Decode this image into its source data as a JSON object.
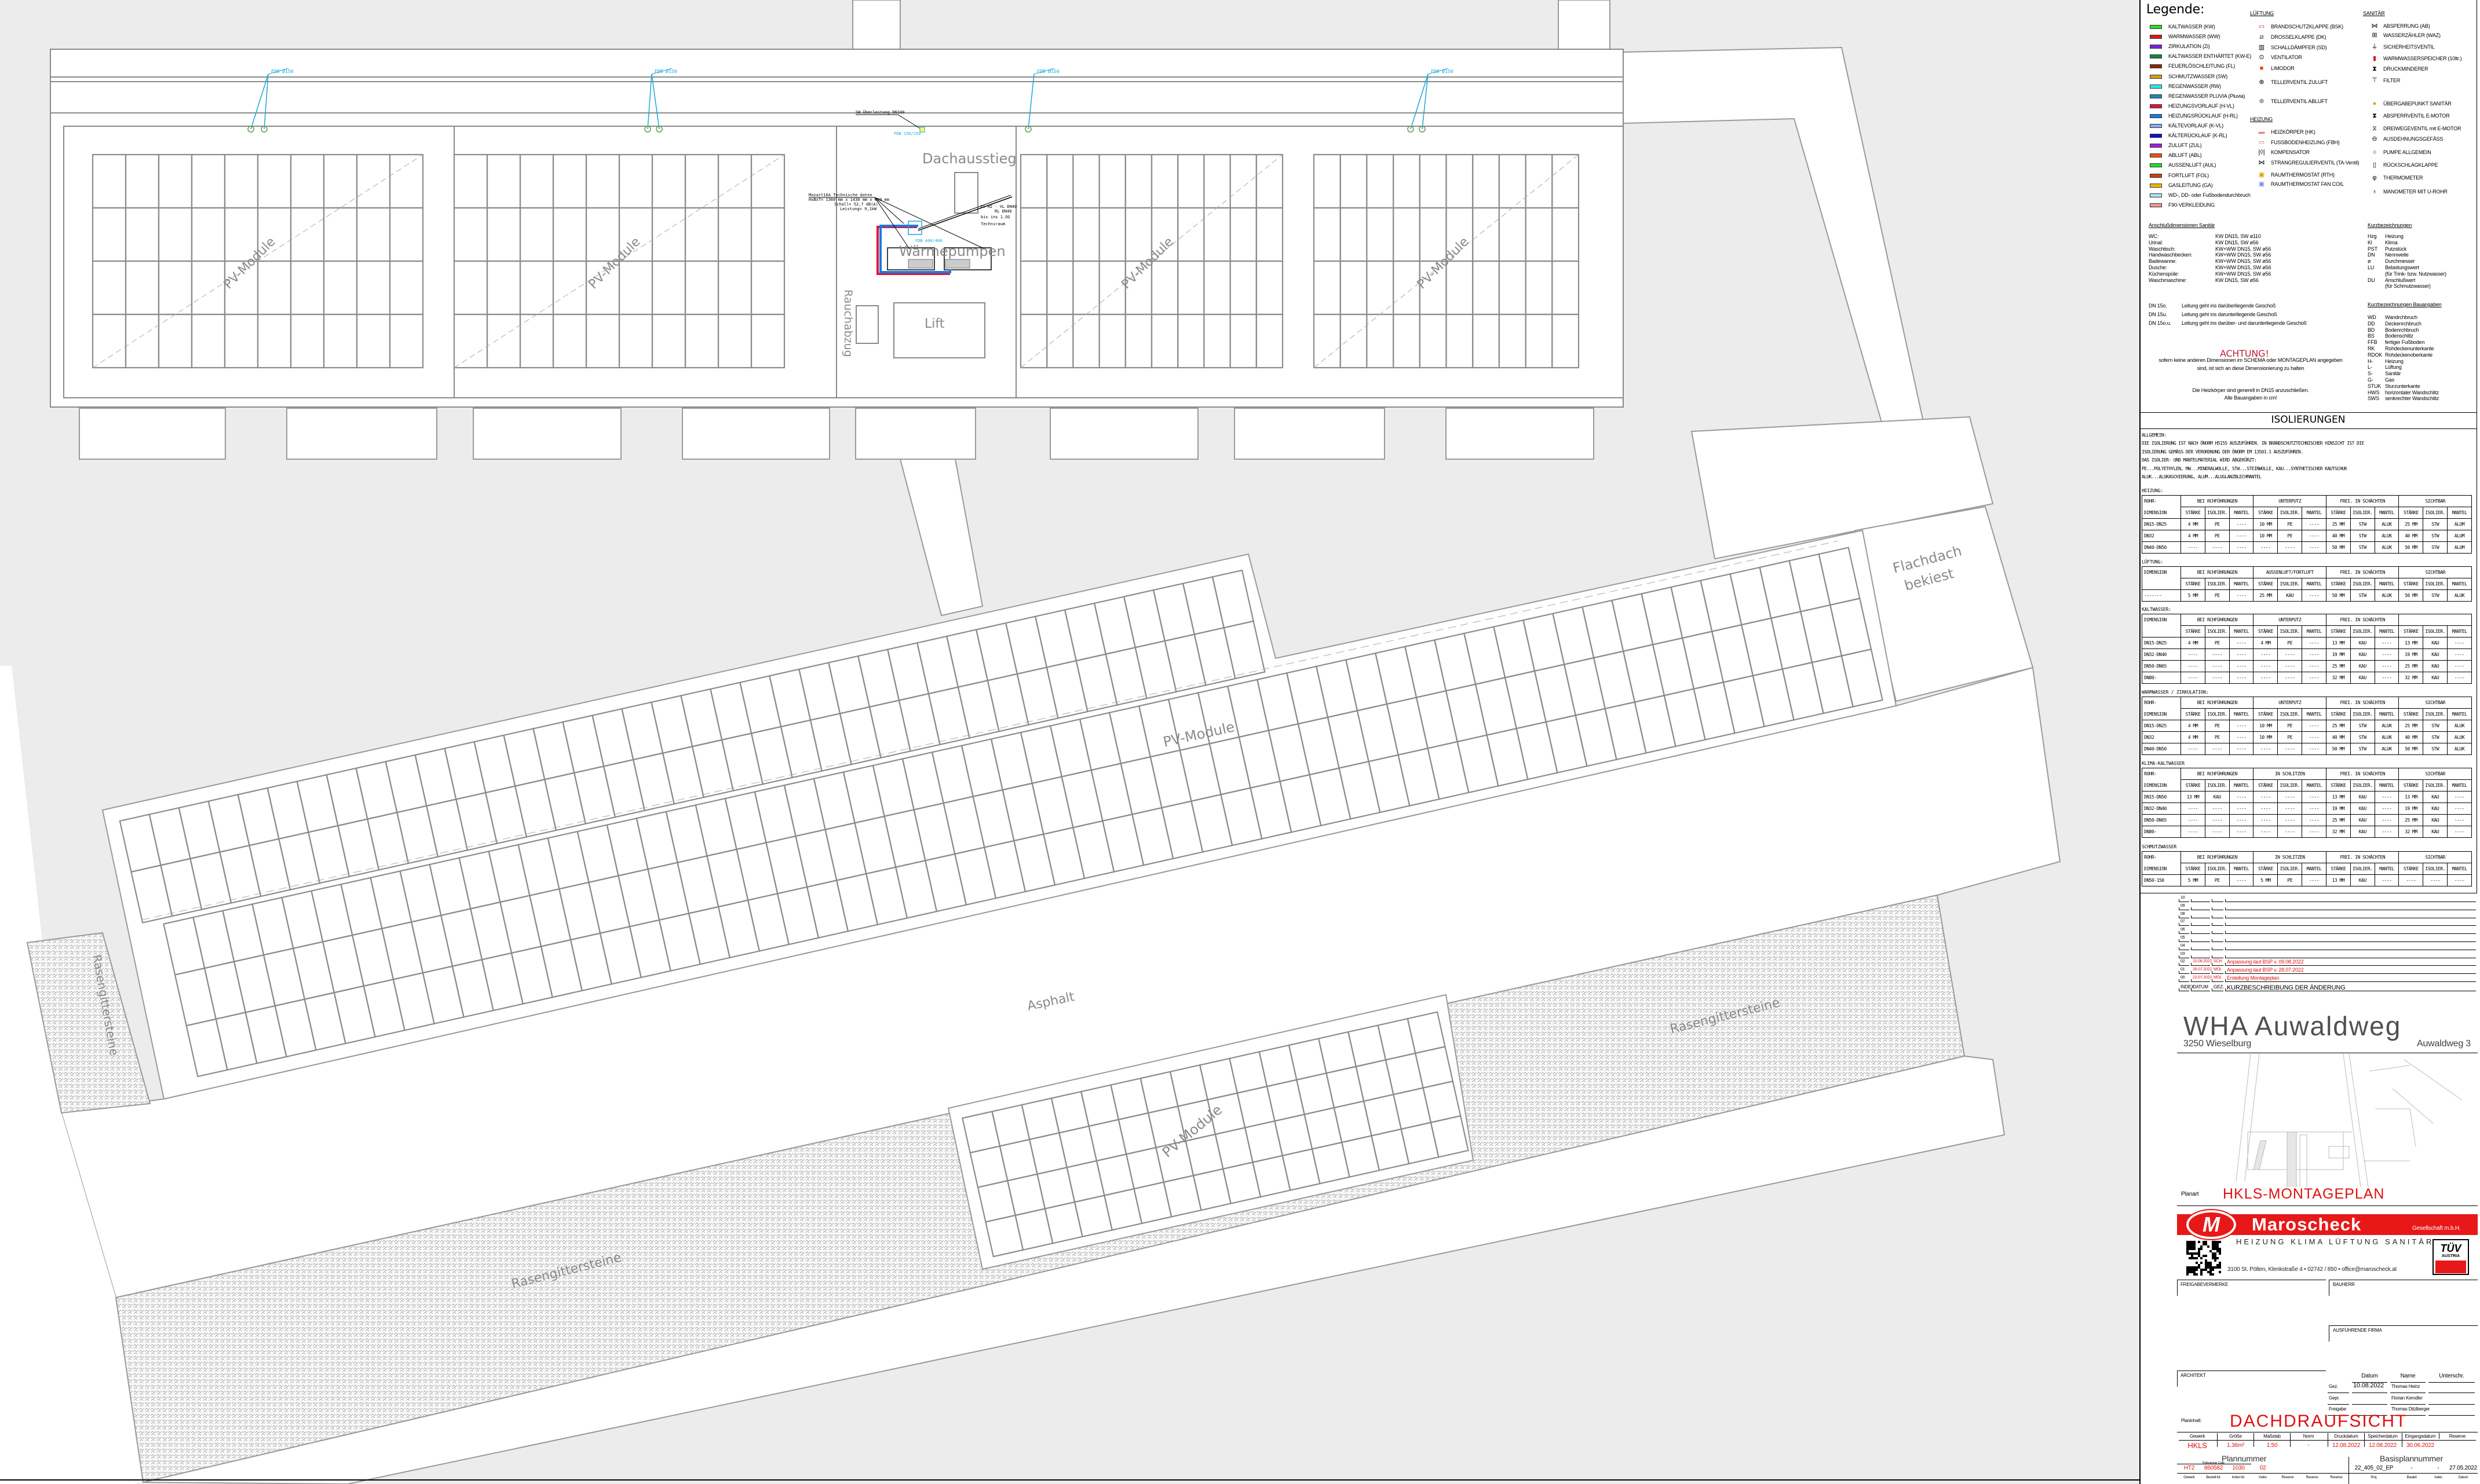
{
  "drawing": {
    "labels": {
      "pv_module": "PV-Module",
      "dachausstieg": "Dachausstieg",
      "lift": "Lift",
      "rauchabzug": "Rauchabzug",
      "waermepumpen": "Wärmepumpen",
      "flachdach": "Flachdach",
      "bekiest": "bekiest",
      "asphalt": "Asphalt",
      "rasengittersteine": "Rasengittersteine"
    },
    "fdb_label": "FDB Ø150",
    "fdb_small": "FDB 150/150",
    "fdb_large": "FDB 400/400",
    "sw_label": "SW Überleitung DN100",
    "wp_note": [
      "Mozart16A Technische daten",
      "HxBxT= 1360 mm x 1430 mm x 680 mm",
      "Schall= 52,7 dB(A)",
      "Leistung= 9,1kW"
    ],
    "pipe_note": [
      "2x H2 - VL DN40",
      "RL DN40",
      "bis ins 1.OG",
      "Techniraum"
    ],
    "colors": {
      "vorlauf": "#e0143c",
      "ruecklauf": "#1a7ae0",
      "fdb": "#1aa8d8"
    }
  },
  "legend": {
    "title": "Legende:",
    "pipes": [
      {
        "label": "KALTWASSER (KW)",
        "color": "#22e022"
      },
      {
        "label": "WARMWASSER (WW)",
        "color": "#e01818"
      },
      {
        "label": "ZIRKULATION (Zi)",
        "color": "#7a22e0"
      },
      {
        "label": "KALTWASSER ENTHÄRTET (KW-E)",
        "color": "#11883a"
      },
      {
        "label": "FEUERLÖSCHLEITUNG (FL)",
        "color": "#8a2a0a"
      },
      {
        "label": "SCHMUTZWASSER (SW)",
        "color": "#d4a017"
      },
      {
        "label": "REGENWASSER (RW)",
        "color": "#22eef0"
      },
      {
        "label": "REGENWASSER PLUVIA (Pluvia)",
        "color": "#1a8ab5"
      },
      {
        "label": "HEIZUNGSVORLAUF (H-VL)",
        "color": "#d81a3a"
      },
      {
        "label": "HEIZUNGSRÜCKLAUF (H-RL)",
        "color": "#1a7ae0"
      },
      {
        "label": "KÄLTEVORLAUF (K-VL)",
        "color": "#8fa8f0"
      },
      {
        "label": "KÄLTERÜCKLAUF (K-RL)",
        "color": "#1010d0"
      },
      {
        "label": "ZULUFT (ZUL)",
        "color": "#a020e0"
      },
      {
        "label": "ABLUFT (ABL)",
        "color": "#f05010"
      },
      {
        "label": "AUSSENLUFT (AUL)",
        "color": "#22e022"
      },
      {
        "label": "FORTLUFT (FOL)",
        "color": "#c84010"
      },
      {
        "label": "GASLEITUNG (GA)",
        "color": "#f5b800"
      },
      {
        "label": "WD-, DD- oder Fußbodendurchbruch",
        "color": "#8fd8f0"
      },
      {
        "label": "F90-VERKLEIDUNG",
        "color": "#f07070"
      }
    ],
    "lueftung": {
      "title": "LÜFTUNG",
      "items": [
        {
          "label": "BRANDSCHUTZKLAPPE (BSK)",
          "icon": "fire-damper"
        },
        {
          "label": "DROSSELKLAPPE (DK)",
          "icon": "throttle-damper"
        },
        {
          "label": "SCHALLDÄMPFER (SD)",
          "icon": "silencer"
        },
        {
          "label": "VENTILATOR",
          "icon": "fan"
        },
        {
          "label": "LIMODOR",
          "icon": "limodor"
        },
        {
          "label": "TELLERVENTIL ZULUFT",
          "icon": "disc-valve-supply"
        },
        {
          "label": "TELLERVENTIL ABLUFT",
          "icon": "disc-valve-exhaust"
        }
      ]
    },
    "heizung": {
      "title": "HEIZUNG",
      "items": [
        {
          "label": "HEIZKÖRPER (HK)",
          "icon": "radiator"
        },
        {
          "label": "FUSSBODENHEIZUNG (FBH)",
          "icon": "floor-heating"
        },
        {
          "label": "KOMPENSATOR",
          "icon": "compensator"
        },
        {
          "label": "STRANGREGULIERVENTIL (TA-Ventil)",
          "icon": "balancing-valve"
        },
        {
          "label": "RAUMTHERMOSTAT (RTH)",
          "icon": "thermostat"
        },
        {
          "label": "RAUMTHERMOSTAT FAN COIL",
          "icon": "thermostat-fancoil"
        }
      ]
    },
    "sanitaer": {
      "title": "SANITÄR",
      "items": [
        {
          "label": "ABSPERRUNG (AB)",
          "icon": "shutoff"
        },
        {
          "label": "WASSERZÄHLER (WAZ)",
          "icon": "water-meter"
        },
        {
          "label": "SICHERHEITSVENTIL",
          "icon": "safety-valve"
        },
        {
          "label": "WARMWASSERSPEICHER (10ltr.)",
          "icon": "water-heater"
        },
        {
          "label": "DRUCKMINDERER",
          "icon": "pressure-reducer"
        },
        {
          "label": "FILTER",
          "icon": "filter"
        },
        {
          "label": "ÜBERGABEPUNKT SANITÄR",
          "icon": "handover-point"
        },
        {
          "label": "ABSPERRVENTIL E-MOTOR",
          "icon": "motor-valve"
        },
        {
          "label": "DREIWEGEVENTIL mit E-MOTOR",
          "icon": "three-way-valve"
        },
        {
          "label": "AUSDEHNUNGSGEFÄSS",
          "icon": "expansion-vessel"
        },
        {
          "label": "PUMPE ALLGEMEIN",
          "icon": "pump"
        },
        {
          "label": "RÜCKSCHLAGKLAPPE",
          "icon": "check-valve"
        },
        {
          "label": "THERMOMETER",
          "icon": "thermometer"
        },
        {
          "label": "MANOMETER MIT U-ROHR",
          "icon": "manometer"
        }
      ]
    }
  },
  "sanitaer_dims": {
    "title": "Anschlußdimensionen Sanitär",
    "rows": [
      {
        "k": "WC:",
        "v": "KW DN15, SW ø110"
      },
      {
        "k": "Urinal:",
        "v": "KW DN15, SW ø56"
      },
      {
        "k": "Waschtisch:",
        "v": "KW+WW DN15, SW ø56"
      },
      {
        "k": "Handwaschbecken:",
        "v": "KW+WW DN15, SW ø56"
      },
      {
        "k": "Badewanne:",
        "v": "KW+WW DN15, SW ø56"
      },
      {
        "k": "Dusche:",
        "v": "KW+WW DN15, SW ø56"
      },
      {
        "k": "Küchenspüle:",
        "v": "KW+WW DN15, SW ø56"
      },
      {
        "k": "Waschmaschine:",
        "v": "KW DN15, SW ø56"
      }
    ],
    "dn_notes": [
      {
        "k": "DN 15o.",
        "v": "Leitung geht ins darüberliegende Geschoß"
      },
      {
        "k": "DN 15u.",
        "v": "Leitung geht ins darunterliegende Geschoß"
      },
      {
        "k": "DN 15o.u.",
        "v": "Leitung geht ins darüber- und darunterliegende Geschoß"
      }
    ],
    "achtung": "ACHTUNG!",
    "achtung_text": [
      "sofern keine anderen Dimensionen im SCHEMA oder MONTAGEPLAN angegeben",
      "sind, ist sich an diese Dimensionierung zu halten"
    ],
    "note": [
      "Die Heizkörper sind generell in DN15 anzuschließen.",
      "Alle Bauangaben in cm!"
    ]
  },
  "kurz": {
    "title": "Kurzbezeichnungen",
    "rows": [
      {
        "k": "Hzg",
        "v": "Heizung"
      },
      {
        "k": "Kl",
        "v": "Klima"
      },
      {
        "k": "PST",
        "v": "Putzstück"
      },
      {
        "k": "DN",
        "v": "Nennweite"
      },
      {
        "k": "ø",
        "v": "Durchmesser"
      },
      {
        "k": "LU",
        "v": "Belastungswert"
      },
      {
        "k": "",
        "v": "(für Trink- bzw. Nutzwasser)"
      },
      {
        "k": "DU",
        "v": "Anschlußwert"
      },
      {
        "k": "",
        "v": "(für Schmutzwasser)"
      }
    ],
    "bau_title": "Kurzbezeichnungen Bauangaben",
    "bau_rows": [
      {
        "k": "WD",
        "v": "Wandrchbruch"
      },
      {
        "k": "DD",
        "v": "Deckenrchbruch"
      },
      {
        "k": "BD",
        "v": "Bodenrchbruch"
      },
      {
        "k": "BS",
        "v": "Bodenschlitz"
      },
      {
        "k": "FFB",
        "v": "fertiger Fußboden"
      },
      {
        "k": "RK",
        "v": "Rohdeckenunterkante"
      },
      {
        "k": "RDOK",
        "v": "Rohdeckenoberkante"
      },
      {
        "k": "H-",
        "v": "Heizung"
      },
      {
        "k": "L-",
        "v": "Lüftung"
      },
      {
        "k": "S-",
        "v": "Sanitär"
      },
      {
        "k": "G-",
        "v": "Gas"
      },
      {
        "k": "STUK",
        "v": "Sturzunterkante"
      },
      {
        "k": "HWS",
        "v": "horizontaler Wandschlitz"
      },
      {
        "k": "SWS",
        "v": "senkrechter Wandschlitz"
      }
    ]
  },
  "iso": {
    "title": "ISOLIERUNGEN",
    "general": [
      "ALLGEMEIN:",
      "DIE ISOLIERUNG IST NACH ÖNORM H5155 AUSZUFÜHREN. IN BRANDSCHUTZTECHNISCHER HINSICHT IST DIE",
      "ISOLIERUNG GEMÄSS DER VERORDNUNG DER ÖNORM EM 13501.1 AUSZUFÜHREN.",
      "DAS ISOLIER- UND MANTELMATERIAL WIRD ABGEKÜRZT:",
      "PE...POLYETHYLEN, MW...MINERALWOLLE, STW...STEINWOLLE, KAU...SYNTHETISCHER KAUTSCHUK",
      "ALUK...ALUKASCHIERUNG, ALUM...ALUGLANZBLECHMANTEL"
    ],
    "sub": [
      "STÄRKE",
      "ISOLIER.",
      "MANTEL"
    ],
    "tables": [
      {
        "title": "HEIZUNG:",
        "dim": [
          "ROHR-",
          "DIMENSION"
        ],
        "groups": [
          "BEI RCHFÜHRUNGEN",
          "UNTERPUTZ",
          "FREI. IN SCHÄCHTEN",
          "SICHTBAR"
        ],
        "rows": [
          [
            "DN15-DN25",
            "4 MM",
            "PE",
            "----",
            "10 MM",
            "PE",
            "----",
            "25 MM",
            "STW",
            "ALUK",
            "25 MM",
            "STW",
            "ALUM"
          ],
          [
            "DN32",
            "4 MM",
            "PE",
            "----",
            "10 MM",
            "PE",
            "----",
            "40 MM",
            "STW",
            "ALUK",
            "40 MM",
            "STW",
            "ALUM"
          ],
          [
            "DN40-DN50",
            "----",
            "----",
            "----",
            "----",
            "----",
            "----",
            "50 MM",
            "STW",
            "ALUK",
            "50 MM",
            "STW",
            "ALUM"
          ]
        ]
      },
      {
        "title": "LÜFTUNG:",
        "dim": [
          "DIMENSION",
          ""
        ],
        "groups": [
          "BEI RCHFÜHRUNGEN",
          "AUSSENLUFT/FORTLUFT",
          "FREI. IN SCHÄCHTEN",
          "SICHTBAR"
        ],
        "rows": [
          [
            "-------",
            "5 MM",
            "PE",
            "----",
            "25 MM",
            "KAU",
            "----",
            "50 MM",
            "STW",
            "ALUK",
            "50 MM",
            "STW",
            "ALUK"
          ]
        ]
      },
      {
        "title": "KALTWASSER:",
        "dim": [
          "DIMENSION",
          ""
        ],
        "groups": [
          "BEI RCHFÜHRUNGEN",
          "UNTERPUTZ",
          "FREI. IN SCHÄCHTEN",
          ""
        ],
        "rows": [
          [
            "DN15-DN25",
            "4 MM",
            "PE",
            "----",
            "4 MM",
            "PE",
            "----",
            "13 MM",
            "KAU",
            "----",
            "13 MM",
            "KAU",
            "----"
          ],
          [
            "DN32-DN40",
            "----",
            "----",
            "----",
            "----",
            "----",
            "----",
            "19 MM",
            "KAU",
            "----",
            "19 MM",
            "KAU",
            "----"
          ],
          [
            "DN50-DN65",
            "----",
            "----",
            "----",
            "----",
            "----",
            "----",
            "25 MM",
            "KAU",
            "----",
            "25 MM",
            "KAU",
            "----"
          ],
          [
            "DN80-",
            "----",
            "----",
            "----",
            "----",
            "----",
            "----",
            "32 MM",
            "KAU",
            "----",
            "32 MM",
            "KAU",
            "----"
          ]
        ]
      },
      {
        "title": "WARMWASSER / ZIRKULATION:",
        "dim": [
          "ROHR-",
          "DIMENSION"
        ],
        "groups": [
          "BEI RCHFÜHRUNGEN",
          "UNTERPUTZ",
          "FREI. IN SCHÄCHTEN",
          "SICHTBAR"
        ],
        "rows": [
          [
            "DN15-DN25",
            "4 MM",
            "PE",
            "----",
            "10 MM",
            "PE",
            "----",
            "25 MM",
            "STW",
            "ALUK",
            "25 MM",
            "STW",
            "ALUK"
          ],
          [
            "DN32",
            "4 MM",
            "PE",
            "----",
            "10 MM",
            "PE",
            "----",
            "40 MM",
            "STW",
            "ALUK",
            "40 MM",
            "STW",
            "ALUK"
          ],
          [
            "DN40-DN50",
            "----",
            "----",
            "----",
            "----",
            "----",
            "----",
            "50 MM",
            "STW",
            "ALUK",
            "50 MM",
            "STW",
            "ALUK"
          ]
        ]
      },
      {
        "title": "KLIMA-KALTWASSER",
        "dim": [
          "ROHR-",
          "DIMENSION"
        ],
        "groups": [
          "BEI RCHFÜHRUNGEN",
          "IN SCHLITZEN",
          "FREI. IN SCHÄCHTEN",
          "SICHTBAR"
        ],
        "rows": [
          [
            "DN15-DN50",
            "13 MM",
            "KAU",
            "----",
            "----",
            "----",
            "----",
            "13 MM",
            "KAU",
            "----",
            "13 MM",
            "KAU",
            "----"
          ],
          [
            "DN32-DN40",
            "----",
            "----",
            "----",
            "----",
            "----",
            "----",
            "19 MM",
            "KAU",
            "----",
            "19 MM",
            "KAU",
            "----"
          ],
          [
            "DN50-DN65",
            "----",
            "----",
            "----",
            "----",
            "----",
            "----",
            "25 MM",
            "KAU",
            "----",
            "25 MM",
            "KAU",
            "----"
          ],
          [
            "DN80-",
            "----",
            "----",
            "----",
            "----",
            "----",
            "----",
            "32 MM",
            "KAU",
            "----",
            "32 MM",
            "KAU",
            "----"
          ]
        ]
      },
      {
        "title": "SCHMUTZWASSER",
        "dim": [
          "ROHR-",
          "DIMENSION"
        ],
        "groups": [
          "BEI RCHFÜHRUNGEN",
          "IN SCHLITZEN",
          "FREI. IN SCHÄCHTEN",
          "SICHTBAR"
        ],
        "rows": [
          [
            "DN50-150",
            "5 MM",
            "PE",
            "----",
            "5 MM",
            "PE",
            "----",
            "13 MM",
            "KAU",
            "----",
            "----",
            "----",
            "----"
          ]
        ]
      }
    ]
  },
  "revisions": {
    "header": {
      "index": "INDEX",
      "datum": "DATUM",
      "gez": "GEZ.",
      "desc": "KURZBESCHREIBUNG DER ÄNDERUNG"
    },
    "rows": [
      {
        "index": "10",
        "datum": "",
        "gez": "",
        "desc": ""
      },
      {
        "index": "09",
        "datum": "",
        "gez": "",
        "desc": ""
      },
      {
        "index": "08",
        "datum": "",
        "gez": "",
        "desc": ""
      },
      {
        "index": "07",
        "datum": "",
        "gez": "",
        "desc": ""
      },
      {
        "index": "06",
        "datum": "",
        "gez": "",
        "desc": ""
      },
      {
        "index": "05",
        "datum": "",
        "gez": "",
        "desc": ""
      },
      {
        "index": "04",
        "datum": "",
        "gez": "",
        "desc": ""
      },
      {
        "index": "03",
        "datum": "",
        "gez": "",
        "desc": ""
      },
      {
        "index": "02",
        "datum": "10.08.2022",
        "gez": "SCH",
        "desc": "Anpassung laut BSP v. 09.08.2022"
      },
      {
        "index": "01",
        "datum": "28.07.2022",
        "gez": "MOL",
        "desc": "Anpassung laut BSP v. 28.07.2022"
      },
      {
        "index": "00",
        "datum": "22.07.2022",
        "gez": "MOL",
        "desc": "Erstellung Montageplan"
      }
    ]
  },
  "title_block": {
    "project": "WHA Auwaldweg",
    "city": "3250 Wieselburg",
    "street": "Auwaldweg 3",
    "planart_label": "Planart",
    "planart": "HKLS-MONTAGEPLAN",
    "company": "Maroscheck",
    "company_suffix": "Gesellschaft m.b.H.",
    "company_tagline": "HEIZUNG KLIMA LÜFTUNG SANITÄR",
    "company_address": "3100 St. Pölten, Klenkstraße 4  •  02742 / 850  •  office@maroscheck.at",
    "tuev": "TÜV",
    "tuev_sub": "AUSTRIA",
    "freigabe": "FREIGABEVERMERKE",
    "bauherr": "BAUHERR",
    "firma": "AUSFÜHRENDE FIRMA",
    "architekt": "ARCHITEKT",
    "sig_headers": [
      "Datum",
      "Name",
      "Unterschr."
    ],
    "sig_rows": [
      {
        "role": "Gez.",
        "date": "10.08.2022",
        "name": "Thomas Heinz"
      },
      {
        "role": "Gepr.",
        "date": "",
        "name": "Florian Kerndler"
      },
      {
        "role": "Freigabe",
        "date": "",
        "name": "Thomas Ditzlberger"
      }
    ],
    "planinhalt_label": "Planinhalt:",
    "planinhalt": "DACHDRAUFSICHT",
    "meta_headers": [
      "Gewerk",
      "Größe",
      "Maßstab",
      "Norm",
      "Druckdatum",
      "Speicherdatum",
      "Eingangsdatum",
      "Reserve"
    ],
    "meta_values": [
      "HKLS",
      "1.36m²",
      "1:50",
      "-",
      "12.08.2022",
      "12.08.2022",
      "30.06.2022",
      ""
    ],
    "plannummer_label": "Plannummer",
    "basis_label": "Basisplannummer",
    "pruef_label": "Prüfnummer Code",
    "plannummer": [
      "HT2",
      "860582",
      "1030",
      "02",
      "",
      "",
      ""
    ],
    "plannummer_headers": [
      "Gewerk",
      "Bestell-Nr.",
      "Index-Nr.",
      "Index",
      "Reserve",
      "Reserve",
      "Reserve"
    ],
    "basis": [
      "22_405_02_EP",
      "-",
      "-",
      "27.05.2022"
    ],
    "basis_headers": [
      "Proj.",
      "Bauteil",
      "Index",
      "Datum"
    ]
  }
}
